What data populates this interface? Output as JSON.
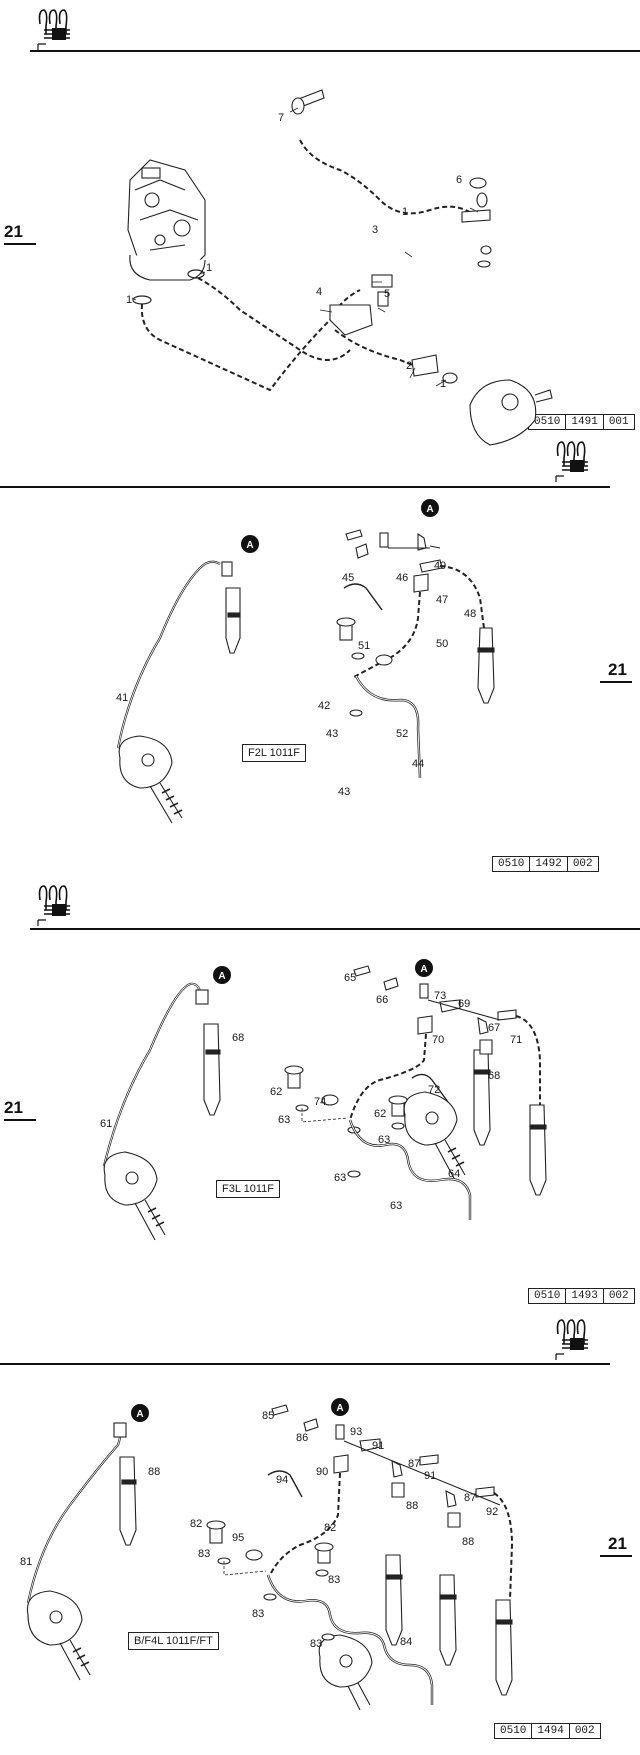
{
  "section_number": "21",
  "panels": [
    {
      "ref_parts": [
        "0510",
        "1491",
        "001"
      ],
      "callouts": [
        "7",
        "6",
        "1",
        "3",
        "1",
        "1",
        "4",
        "5",
        "2",
        "1"
      ]
    },
    {
      "ref_parts": [
        "0510",
        "1492",
        "002"
      ],
      "model": "F2L 1011F",
      "marker": "A",
      "callouts": [
        "41",
        "49",
        "45",
        "46",
        "47",
        "48",
        "50",
        "51",
        "42",
        "43",
        "52",
        "44",
        "43"
      ]
    },
    {
      "ref_parts": [
        "0510",
        "1493",
        "002"
      ],
      "model": "F3L 1011F",
      "marker": "A",
      "callouts": [
        "65",
        "73",
        "66",
        "69",
        "67",
        "71",
        "70",
        "68",
        "68",
        "72",
        "62",
        "74",
        "62",
        "63",
        "63",
        "61",
        "63",
        "64",
        "63"
      ]
    },
    {
      "ref_parts": [
        "0510",
        "1494",
        "002"
      ],
      "model": "B/F4L 1011F/FT",
      "marker": "A",
      "callouts": [
        "85",
        "93",
        "86",
        "91",
        "87",
        "88",
        "90",
        "91",
        "94",
        "88",
        "87",
        "92",
        "82",
        "95",
        "82",
        "83",
        "88",
        "83",
        "81",
        "83",
        "84",
        "83"
      ]
    }
  ]
}
